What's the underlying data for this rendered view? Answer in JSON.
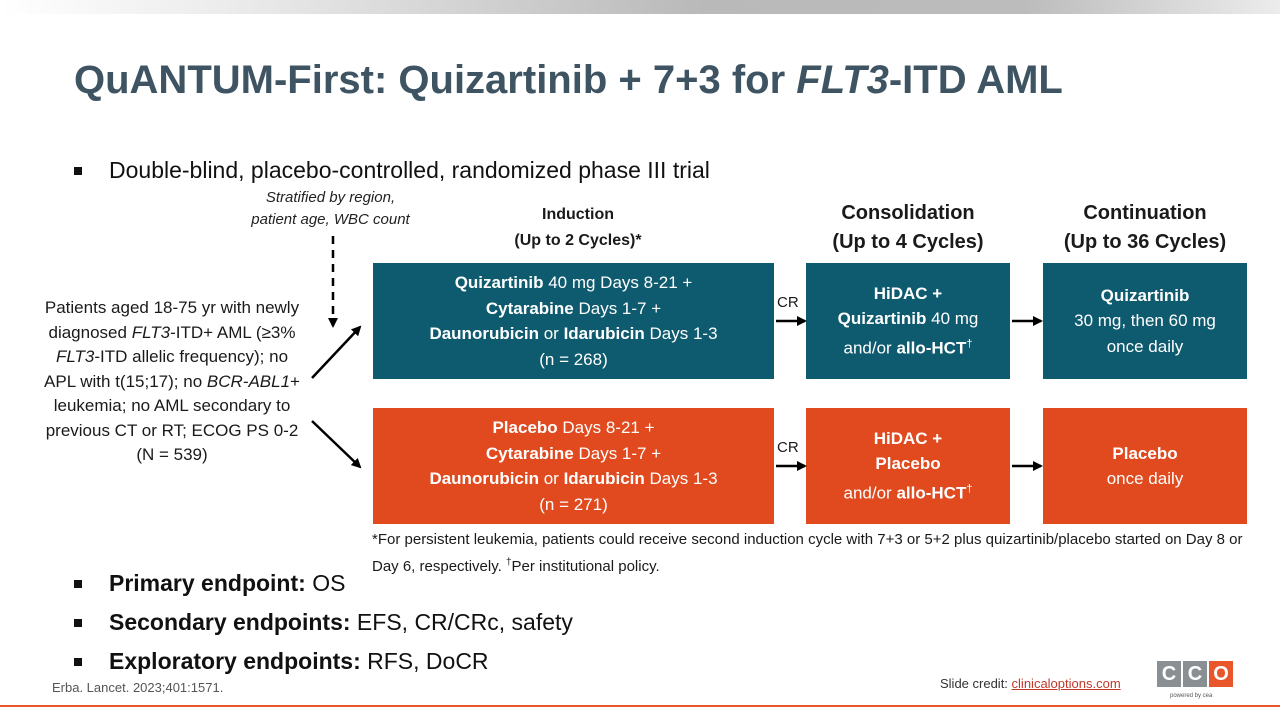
{
  "title": {
    "part1": "QuANTUM-First: Quizartinib + 7+3 for ",
    "italic": "FLT3",
    "part2": "-ITD AML"
  },
  "bullets": {
    "top": "Double-blind, placebo-controlled, randomized phase III trial",
    "primary_label": "Primary endpoint:",
    "primary_value": " OS",
    "secondary_label": "Secondary endpoints:",
    "secondary_value": " EFS, CR/CRc, safety",
    "exploratory_label": "Exploratory endpoints:",
    "exploratory_value": " RFS, DoCR"
  },
  "stratification": {
    "line1": "Stratified by region,",
    "line2": "patient age, WBC count"
  },
  "patients": {
    "t1": "Patients aged 18-75 yr with newly diagnosed ",
    "i1": "FLT3",
    "t2": "-ITD+ AML (≥3% ",
    "i2": "FLT3",
    "t3": "-ITD allelic frequency); no APL with t(15;17); no ",
    "i3": "BCR-ABL1",
    "t4": "+ leukemia; no AML secondary to previous CT or RT; ECOG PS 0-2",
    "n": "(N = 539)"
  },
  "columns": {
    "induction": {
      "line1": "Induction",
      "line2": "(Up to 2 Cycles)*"
    },
    "consolidation": {
      "line1": "Consolidation",
      "line2": "(Up to 4 Cycles)"
    },
    "continuation": {
      "line1": "Continuation",
      "line2": "(Up to 36 Cycles)"
    }
  },
  "arms": {
    "quizartinib": {
      "induction": {
        "drug1": "Quizartinib",
        "drug1_rest": " 40 mg Days 8-21 +",
        "drug2": "Cytarabine",
        "drug2_rest": " Days 1-7 +",
        "drug3a": "Daunorubicin",
        "or": " or ",
        "drug3b": "Idarubicin",
        "drug3_rest": " Days 1-3",
        "n": "(n = 268)"
      },
      "consolidation": {
        "line1": "HiDAC +",
        "drug": "Quizartinib",
        "drug_rest": " 40 mg",
        "line3_pre": "and/or ",
        "line3_bold": "allo-HCT",
        "dagger": "†"
      },
      "continuation": {
        "line1": "Quizartinib",
        "line2": "30 mg, then 60 mg",
        "line3": "once daily"
      }
    },
    "placebo": {
      "induction": {
        "drug1": "Placebo",
        "drug1_rest": " Days 8-21 +",
        "drug2": "Cytarabine",
        "drug2_rest": " Days 1-7 +",
        "drug3a": "Daunorubicin",
        "or": " or ",
        "drug3b": "Idarubicin",
        "drug3_rest": " Days 1-3",
        "n": "(n = 271)"
      },
      "consolidation": {
        "line1": "HiDAC +",
        "line2": "Placebo",
        "line3_pre": "and/or ",
        "line3_bold": "allo-HCT",
        "dagger": "†"
      },
      "continuation": {
        "line1": "Placebo",
        "line2": "once daily"
      }
    }
  },
  "cr_label": "CR",
  "footnote": {
    "text1": "*For persistent leukemia, patients could receive second induction cycle with 7+3 or 5+2 plus quizartinib/placebo started on Day 8 or Day 6, respectively. ",
    "dagger": "†",
    "text2": "Per institutional policy."
  },
  "citation": "Erba. Lancet. 2023;401:1571.",
  "credit": {
    "label": "Slide credit: ",
    "link": "clinicaloptions.com"
  },
  "logo": {
    "c1": "C",
    "c2": "C",
    "o": "O",
    "powered": "powered by cea"
  },
  "colors": {
    "teal": "#0e5a6e",
    "orange": "#e04a1e",
    "title": "#3f5462"
  }
}
